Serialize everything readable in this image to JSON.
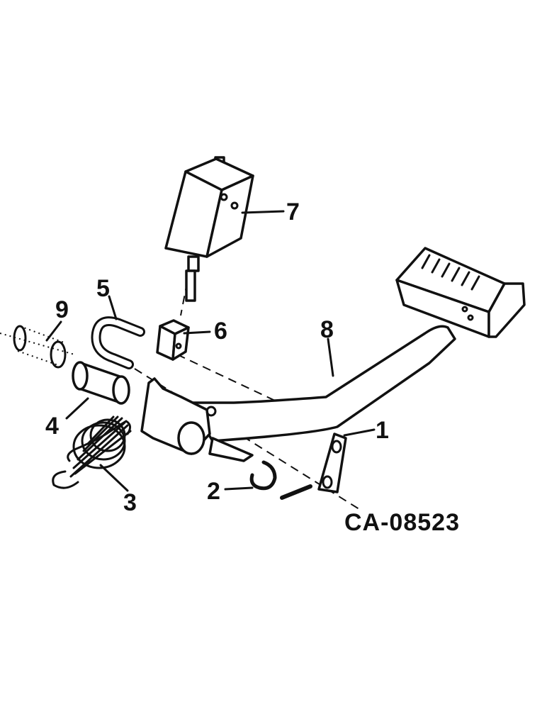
{
  "drawing": {
    "code": "CA-08523",
    "parts": [
      {
        "number": "1"
      },
      {
        "number": "2"
      },
      {
        "number": "3"
      },
      {
        "number": "4"
      },
      {
        "number": "5"
      },
      {
        "number": "6"
      },
      {
        "number": "7"
      },
      {
        "number": "8"
      },
      {
        "number": "9"
      }
    ]
  },
  "colors": {
    "ink": "#111111",
    "paper": "#ffffff"
  }
}
